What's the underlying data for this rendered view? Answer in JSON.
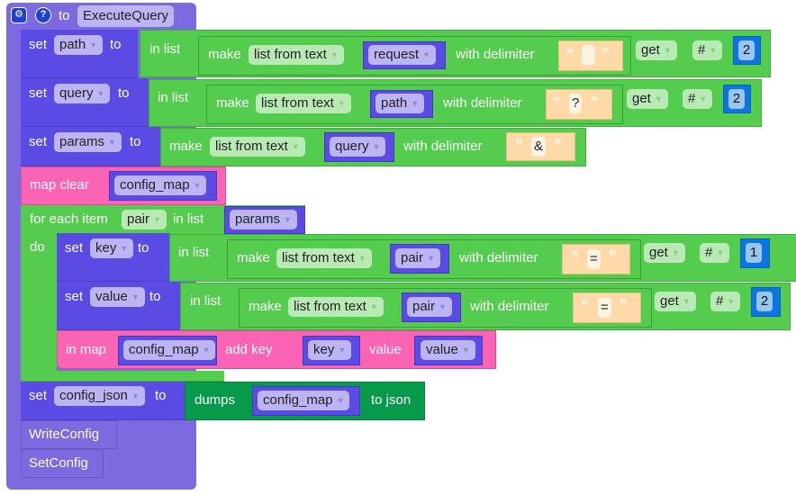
{
  "procedure": {
    "gear_icon": "gear-icon",
    "help_icon": "help-icon",
    "to_label": "to",
    "name": "ExecuteQuery"
  },
  "statements": {
    "set_path": {
      "set_label": "set",
      "variable": "path",
      "to_label": "to",
      "in_list_label": "in list",
      "make_label": "make",
      "make_mode": "list from text",
      "source_var": "request",
      "with_delimiter_label": "with delimiter",
      "delimiter": "",
      "get_mode": "get",
      "index_mode": "#",
      "index": "2"
    },
    "set_query": {
      "set_label": "set",
      "variable": "query",
      "to_label": "to",
      "in_list_label": "in list",
      "make_label": "make",
      "make_mode": "list from text",
      "source_var": "path",
      "with_delimiter_label": "with delimiter",
      "delimiter": "?",
      "get_mode": "get",
      "index_mode": "#",
      "index": "2"
    },
    "set_params": {
      "set_label": "set",
      "variable": "params",
      "to_label": "to",
      "make_label": "make",
      "make_mode": "list from text",
      "source_var": "query",
      "with_delimiter_label": "with delimiter",
      "delimiter": "&"
    },
    "map_clear": {
      "label": "map clear",
      "map_var": "config_map"
    },
    "for_each": {
      "label": "for each item",
      "item_var": "pair",
      "in_list_label": "in list",
      "list_var": "params",
      "do_label": "do",
      "set_key": {
        "set_label": "set",
        "variable": "key",
        "to_label": "to",
        "in_list_label": "in list",
        "make_label": "make",
        "make_mode": "list from text",
        "source_var": "pair",
        "with_delimiter_label": "with delimiter",
        "delimiter": "=",
        "get_mode": "get",
        "index_mode": "#",
        "index": "1"
      },
      "set_value": {
        "set_label": "set",
        "variable": "value",
        "to_label": "to",
        "in_list_label": "in list",
        "make_label": "make",
        "make_mode": "list from text",
        "source_var": "pair",
        "with_delimiter_label": "with delimiter",
        "delimiter": "=",
        "get_mode": "get",
        "index_mode": "#",
        "index": "2"
      },
      "map_add": {
        "in_map_label": "in map",
        "map_var": "config_map",
        "add_key_label": "add key",
        "key_var": "key",
        "value_label": "value",
        "value_var": "value"
      }
    },
    "set_config_json": {
      "set_label": "set",
      "variable": "config_json",
      "to_label": "to",
      "dumps_label": "dumps",
      "map_var": "config_map",
      "to_json_label": "to json"
    },
    "call_write": {
      "label": "WriteConfig"
    },
    "call_set": {
      "label": "SetConfig"
    }
  },
  "colors": {
    "procedure": "#7d69e0",
    "variables": "#5a4be5",
    "lists": "#54cc4e",
    "maps": "#fb63b4",
    "json": "#079a4b",
    "text": "#ffdaa8",
    "math": "#0b76e2"
  }
}
